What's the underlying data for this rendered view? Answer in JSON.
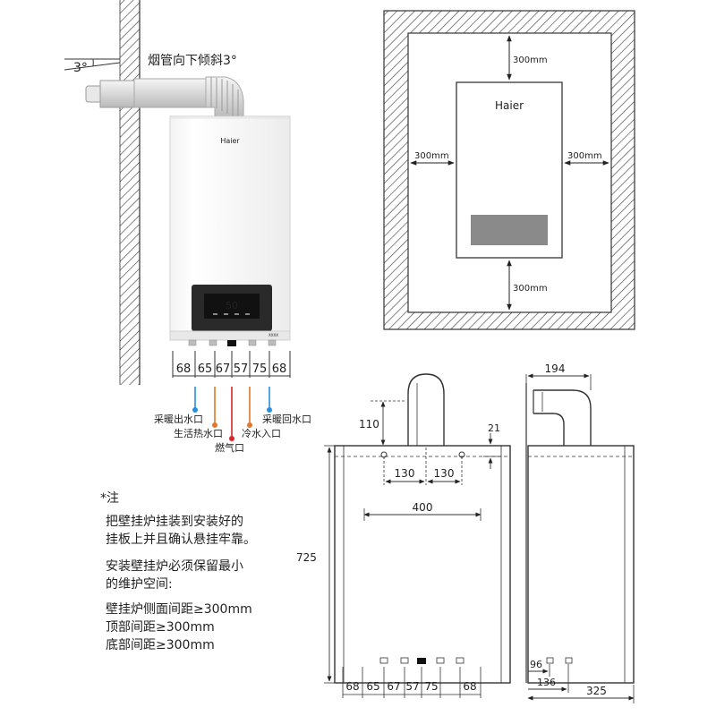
{
  "flue": {
    "angle": "3°",
    "label": "烟管向下倾斜3°"
  },
  "boiler": {
    "brand": "Haier",
    "display": "50",
    "model_tag": "XXXX"
  },
  "pipe_spacing": [
    "68",
    "65",
    "67",
    "57",
    "75",
    "68"
  ],
  "pipe_labels": {
    "heating_out": "采暖出水口",
    "hot_water_out": "生活热水口",
    "gas": "燃气口",
    "cold_in": "冷水入口",
    "heating_return": "采暖回水口"
  },
  "clearance": {
    "top": "300mm",
    "left": "300mm",
    "right": "300mm",
    "bottom": "300mm",
    "brand": "Haier"
  },
  "front_dims": {
    "flue_height": "110",
    "offset_left": "130",
    "offset_right": "130",
    "side_small": "21",
    "width": "400",
    "height": "725",
    "bottom": [
      "68",
      "65",
      "67",
      "57",
      "75",
      "68"
    ]
  },
  "side_dims": {
    "top": "194",
    "d96": "96",
    "d136": "136",
    "depth": "325"
  },
  "notes": {
    "title": "*注",
    "lines": [
      "把壁挂炉挂装到安装好的",
      "挂板上并且确认悬挂牢靠。",
      "安装壁挂炉必须保留最小",
      "的维护空间:",
      "壁挂炉侧面间距≥300mm",
      "顶部间距≥300mm",
      "底部间距≥300mm"
    ]
  },
  "colors": {
    "blue": "#2a8fd8",
    "orange": "#e07a2a",
    "red": "#d8262a"
  }
}
